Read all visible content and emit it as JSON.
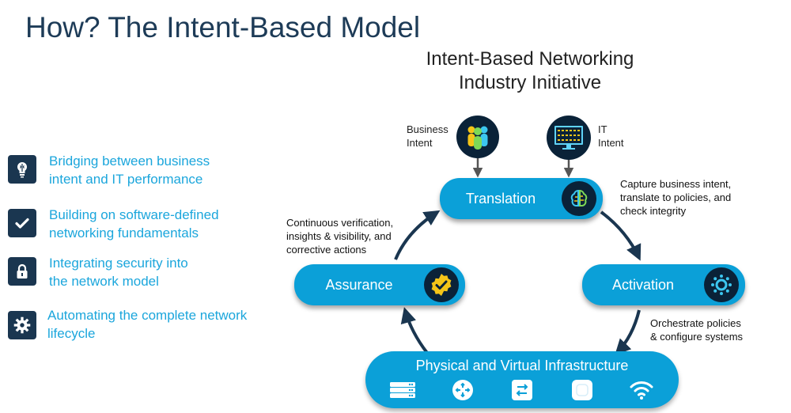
{
  "title": "How? The Intent-Based Model",
  "subtitle": {
    "line1": "Intent-Based Networking",
    "line2": "Industry Initiative"
  },
  "features": [
    {
      "icon": "brain-bulb-icon",
      "line1": "Bridging between business",
      "line2": "intent and IT performance"
    },
    {
      "icon": "checkmark-icon",
      "line1": "Building on software-defined",
      "line2": "networking fundamentals"
    },
    {
      "icon": "lock-icon",
      "line1": "Integrating security into",
      "line2": "the network model"
    },
    {
      "icon": "gear-icon",
      "line1": "Automating the complete network",
      "line2": "lifecycle"
    }
  ],
  "inputs": {
    "business": {
      "line1": "Business",
      "line2": "Intent",
      "icon": "people-icon"
    },
    "it": {
      "line1": "IT",
      "line2": "Intent",
      "icon": "monitor-icon"
    }
  },
  "stages": {
    "translation": {
      "label": "Translation",
      "icon": "brain-icon"
    },
    "activation": {
      "label": "Activation",
      "icon": "cog-circle-icon"
    },
    "assurance": {
      "label": "Assurance",
      "icon": "badge-check-icon"
    },
    "infrastructure": {
      "label": "Physical and Virtual Infrastructure"
    }
  },
  "notes": {
    "translation": [
      "Capture business intent,",
      "translate to policies, and",
      "check integrity"
    ],
    "assurance": [
      "Continuous verification,",
      "insights & visibility, and",
      "corrective actions"
    ],
    "activation": [
      "Orchestrate policies",
      "& configure systems"
    ]
  },
  "infra_icons": [
    "server-icon",
    "router-icon",
    "switch-icon",
    "access-point-icon",
    "wifi-icon"
  ],
  "colors": {
    "accent": "#0ba0d8",
    "dark": "#1a3650",
    "title": "#1d3b57",
    "feature_text": "#1ba6dc"
  }
}
